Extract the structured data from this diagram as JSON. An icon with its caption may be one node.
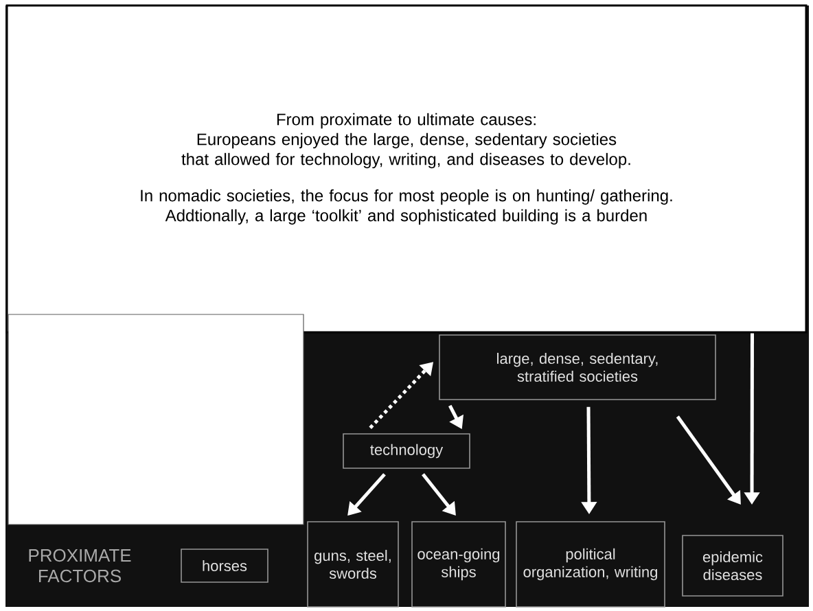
{
  "diagram": {
    "nodes": [
      {
        "text": [
          "From proximate to ultimate causes:",
          "Europeans enjoyed the large, dense, sedentary societies that allowed for technology, writing, and diseases to develop.",
          "In nomadic societies, the focus for most people is on hunting/ gathering.  Addtionally, a large ‘toolkit’ and sophisticated building is a burden"
        ]
      },
      {
        "text": [
          "large, dense, sedentary, stratified societies"
        ]
      },
      {
        "text": [
          "technology"
        ]
      },
      {
        "text": [
          "horses"
        ]
      },
      {
        "text": [
          "guns, steel, swords"
        ]
      },
      {
        "text": [
          "ocean-going ships"
        ]
      },
      {
        "text": [
          "political organization, writing"
        ]
      },
      {
        "text": [
          "epidemic diseases"
        ]
      }
    ],
    "edges": [
      {
        "from": 1,
        "to": 2,
        "arrow": "to"
      },
      {
        "from": 2,
        "to": 1,
        "arrow": "to",
        "style": "dashed"
      },
      {
        "from": 2,
        "to": 4,
        "arrow": "to"
      },
      {
        "from": 2,
        "to": 5,
        "arrow": "to"
      },
      {
        "from": 1,
        "to": 6,
        "arrow": "to"
      },
      {
        "from": 1,
        "to": 7,
        "arrow": "to"
      },
      {
        "from": 0,
        "to": 7,
        "arrow": "to"
      }
    ],
    "labels": [
      "PROXIMATE FACTORS"
    ]
  }
}
